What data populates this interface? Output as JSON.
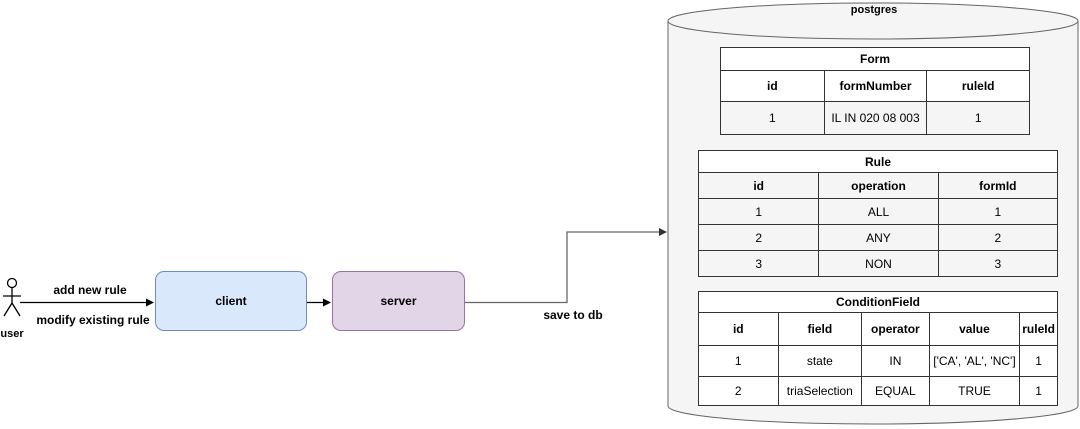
{
  "actor": {
    "label": "user"
  },
  "edges": {
    "user_to_client_label_top": "add new rule",
    "user_to_client_label_bottom": "modify existing rule",
    "server_to_db_label": "save to db"
  },
  "nodes": {
    "client": {
      "label": "client",
      "fill": "#DAE8FC",
      "border": "#6C8EBF"
    },
    "server": {
      "label": "server",
      "fill": "#E1D5E7",
      "border": "#9673A6"
    }
  },
  "database": {
    "label": "postgres",
    "fill": "#F5F5F5",
    "border": "#666666"
  },
  "tables": [
    {
      "title": "Form",
      "headers": [
        "id",
        "formNumber",
        "ruleId"
      ],
      "rows": [
        [
          "1",
          "IL IN 020 08 003",
          "1"
        ]
      ]
    },
    {
      "title": "Rule",
      "headers": [
        "id",
        "operation",
        "formId"
      ],
      "rows": [
        [
          "1",
          "ALL",
          "1"
        ],
        [
          "2",
          "ANY",
          "2"
        ],
        [
          "3",
          "NON",
          "3"
        ]
      ]
    },
    {
      "title": "ConditionField",
      "headers": [
        "id",
        "field",
        "operator",
        "value",
        "ruleId"
      ],
      "rows": [
        [
          "1",
          "state",
          "IN",
          "['CA', 'AL', 'NC']",
          "1"
        ],
        [
          "2",
          "triaSelection",
          "EQUAL",
          "TRUE",
          "1"
        ]
      ]
    }
  ]
}
